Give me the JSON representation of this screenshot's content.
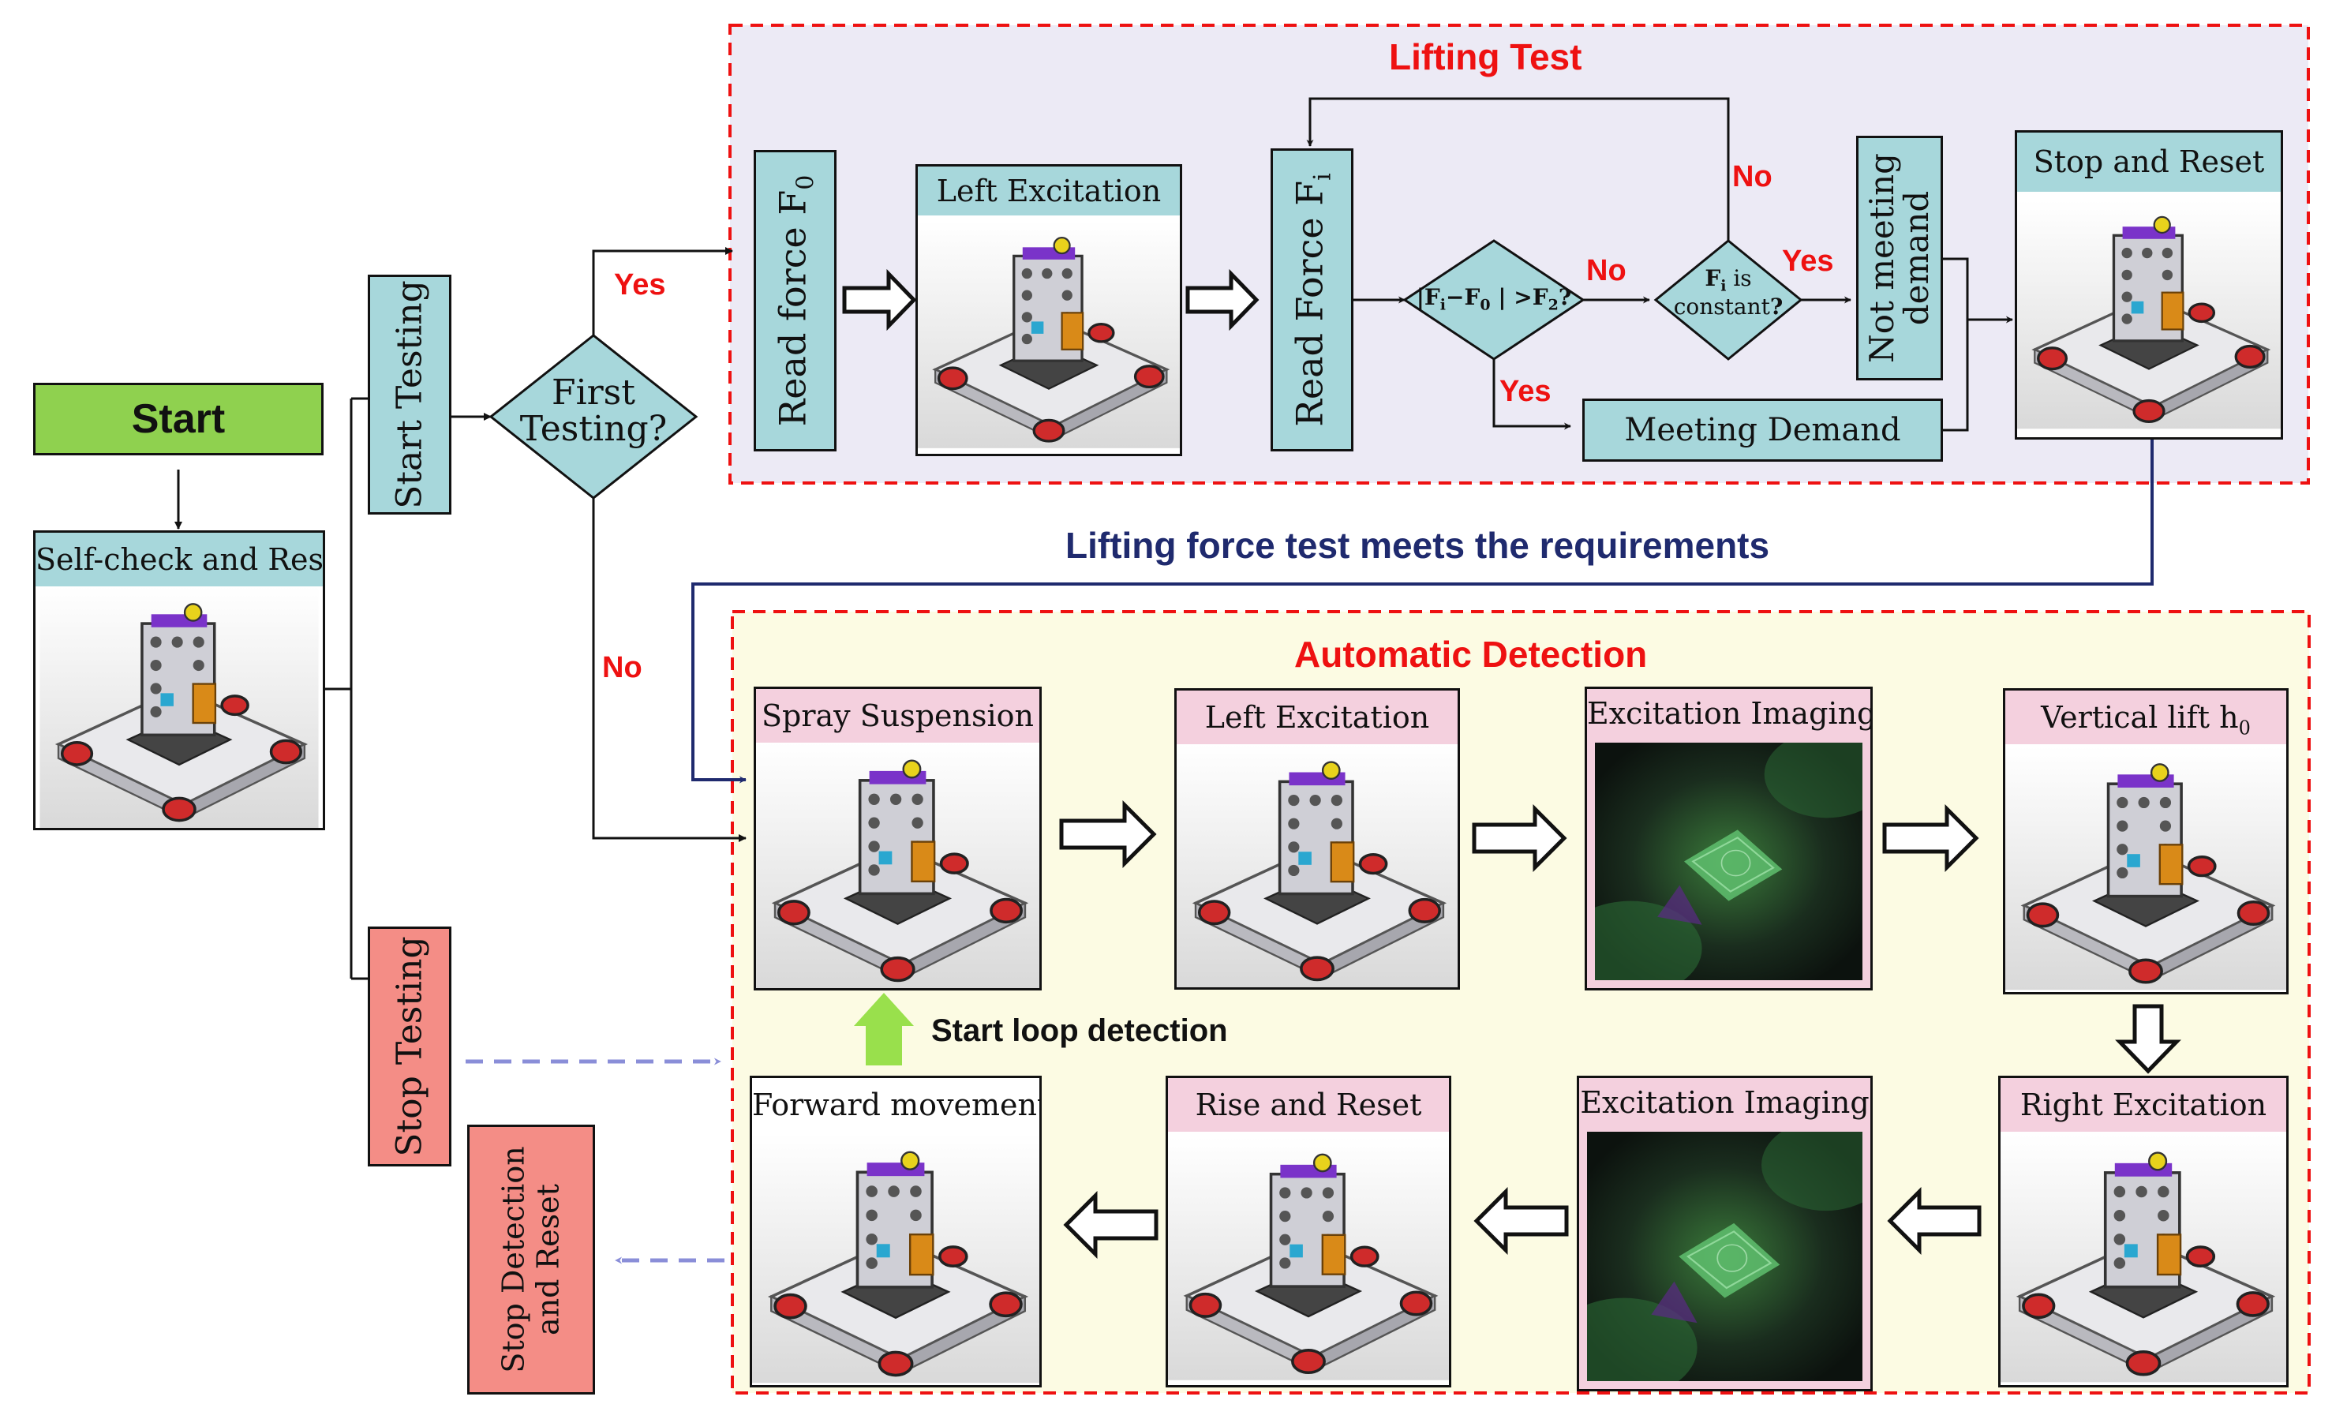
{
  "diagram": {
    "start_label": "Start",
    "self_check_label": "Self-check and Reset",
    "start_testing_label": "Start  Testing",
    "stop_testing_label": "Stop  Testing",
    "stop_detection_line1": "Stop Detection",
    "stop_detection_line2": "and Reset",
    "first_testing_line1": "First",
    "first_testing_line2": "Testing?",
    "yes_label": "Yes",
    "no_label": "No",
    "lifting_test": {
      "title": "Lifting Test",
      "read_force_f0": "Read force F",
      "read_force_f0_sub": "0",
      "left_excitation": "Left  Excitation",
      "read_force_fi": "Read Force F",
      "read_force_fi_sub": "i",
      "cond_main": "|F",
      "cond_sub_i": "i",
      "cond_minus": "−F",
      "cond_sub_0": "0",
      "cond_gt": " | >F",
      "cond_sub_2": "2",
      "cond_q": "?",
      "const_f": "F",
      "const_sub_i": "i",
      "const_is": " is",
      "const_line2": "constant",
      "const_q": "?",
      "yes_label_cond": "Yes",
      "no_label_cond": "No",
      "yes_label_const": "Yes",
      "no_label_const": "No",
      "not_meeting_line1": "Not meeting",
      "not_meeting_line2": "demand",
      "meeting_demand": "Meeting  Demand",
      "stop_reset": "Stop and Reset"
    },
    "connector_label": "Lifting force test meets the requirements",
    "automatic_detection": {
      "title": "Automatic Detection",
      "spray_suspension": "Spray  Suspension",
      "left_excitation": "Left  Excitation",
      "excitation_imaging_top": "Excitation Imaging",
      "vertical_lift": "Vertical lift h",
      "vertical_lift_sub": "0",
      "right_excitation": "Right  Excitation",
      "excitation_imaging_bottom": "Excitation Imaging",
      "rise_reset": "Rise and Reset",
      "forward_movement": "Forward movement",
      "start_loop": "Start loop detection"
    }
  },
  "colors": {
    "start_green": "#8fd14f",
    "teal": "#a7d7db",
    "salmon": "#f48d86",
    "pink": "#f4d0de",
    "lifting_panel": "#eceaf5",
    "detection_panel": "#fcfbe3",
    "dash_red": "#ee1111",
    "navy": "#1f2a6e",
    "lavender": "#8a8ed8",
    "loop_green": "#99e04c"
  },
  "icons": [
    "robot-render-icon",
    "excitation-image-icon",
    "hollow-arrow-right-icon",
    "hollow-arrow-left-icon",
    "hollow-arrow-down-icon",
    "green-up-arrow-icon"
  ]
}
